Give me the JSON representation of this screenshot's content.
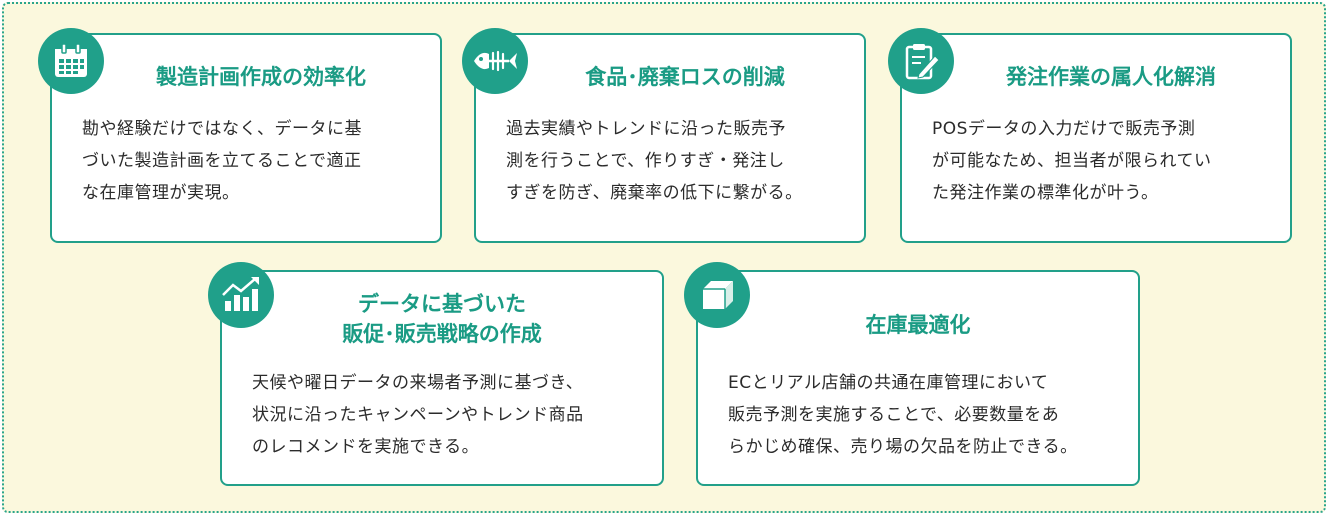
{
  "colors": {
    "accent": "#20a08a",
    "title": "#1a9b84",
    "panel_bg": "#fbf8dd",
    "card_bg": "#ffffff",
    "text": "#2b2b2b"
  },
  "cards": [
    {
      "icon": "calendar-icon",
      "title": "製造計画作成の効率化",
      "lines": [
        "勘や経験だけではなく、データに基",
        "づいた製造計画を立てることで適正",
        "な在庫管理が実現。"
      ]
    },
    {
      "icon": "fish-bone-icon",
      "title": "食品･廃棄ロスの削減",
      "lines": [
        "過去実績やトレンドに沿った販売予",
        "測を行うことで、作りすぎ・発注し",
        "すぎを防ぎ、廃棄率の低下に繋がる。"
      ]
    },
    {
      "icon": "clipboard-pen-icon",
      "title": "発注作業の属人化解消",
      "lines": [
        "POSデータの入力だけで販売予測",
        "が可能なため、担当者が限られてい",
        "た発注作業の標準化が叶う。"
      ]
    },
    {
      "icon": "growth-chart-icon",
      "title": "データに基づいた\n販促･販売戦略の作成",
      "lines": [
        "天候や曜日データの来場者予測に基づき、",
        "状況に沿ったキャンペーンやトレンド商品",
        "のレコメンドを実施できる。"
      ]
    },
    {
      "icon": "box-icon",
      "title": "在庫最適化",
      "lines": [
        "ECとリアル店舗の共通在庫管理において",
        "販売予測を実施することで、必要数量をあ",
        "らかじめ確保、売り場の欠品を防止できる。"
      ]
    }
  ]
}
